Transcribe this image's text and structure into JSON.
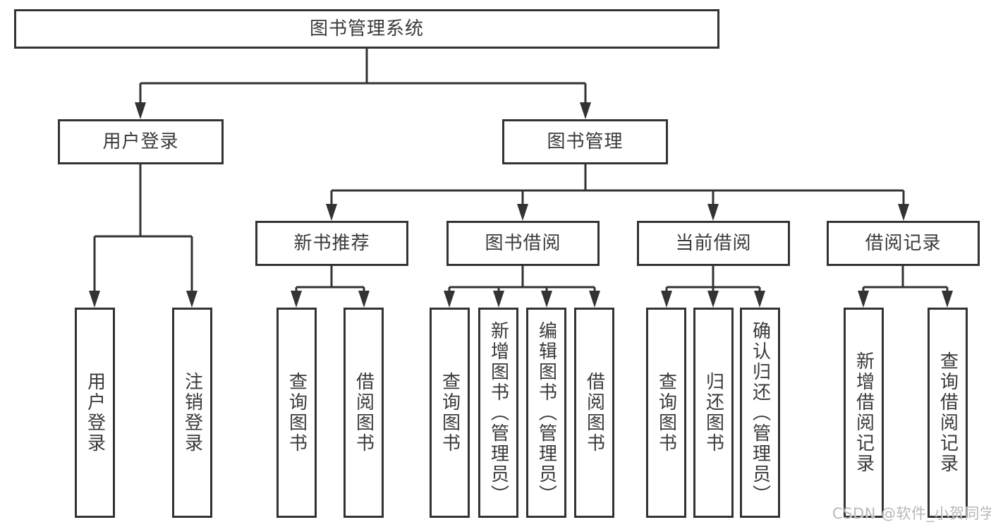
{
  "tree": {
    "root": "图书管理系统",
    "branches": [
      {
        "label": "用户登录",
        "leaves": [
          "用户登录",
          "注销登录"
        ]
      },
      {
        "label": "图书管理",
        "groups": [
          {
            "label": "新书推荐",
            "leaves": [
              "查询图书",
              "借阅图书"
            ]
          },
          {
            "label": "图书借阅",
            "leaves": [
              "查询图书",
              "新增图书（管理员）",
              "编辑图书（管理员）",
              "借阅图书"
            ]
          },
          {
            "label": "当前借阅",
            "leaves": [
              "查询图书",
              "归还图书",
              "确认归还（管理员）"
            ]
          },
          {
            "label": "借阅记录",
            "leaves": [
              "新增借阅记录",
              "查询借阅记录"
            ]
          }
        ]
      }
    ]
  },
  "watermark": {
    "text": "CSDN @软件_小贺同学"
  },
  "colors": {
    "line": "#333333",
    "box_border": "#333333",
    "text": "#3a3a3a",
    "watermark": "#b8b8b8",
    "background": "#ffffff"
  }
}
